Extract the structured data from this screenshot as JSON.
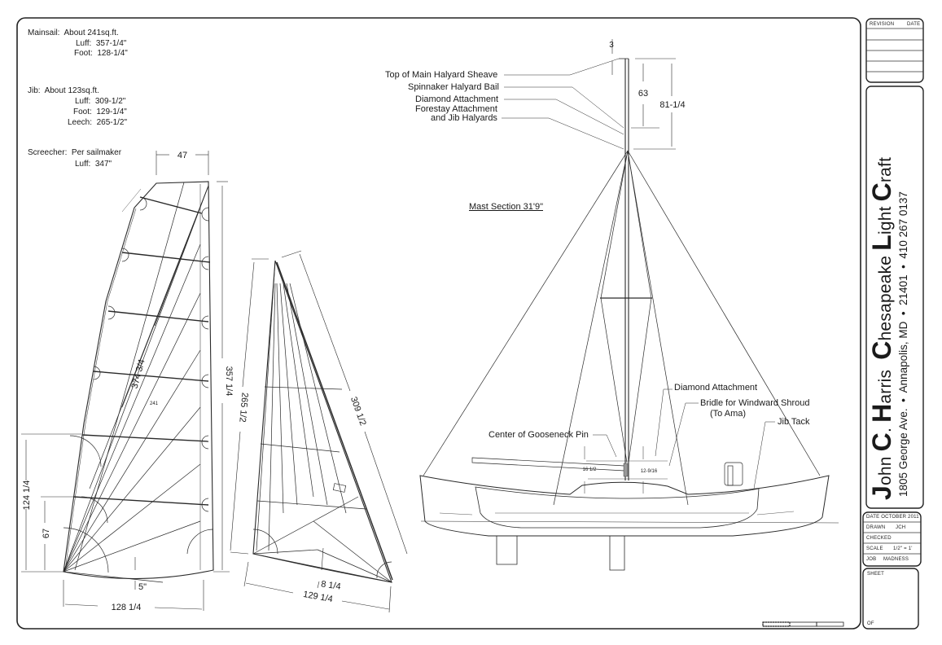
{
  "specs": {
    "mainsail": {
      "title": "Mainsail:  About 241sq.ft.",
      "luff": "Luff:  357-1/4\"",
      "foot": "Foot:  128-1/4\""
    },
    "jib": {
      "title": "Jib:  About 123sq.ft.",
      "luff": "Luff:  309-1/2\"",
      "foot": "Foot:  129-1/4\"",
      "leech": "Leech:  265-1/2\""
    },
    "screecher": {
      "title": "Screecher:  Per sailmaker",
      "luff": "Luff:  347\""
    }
  },
  "mainsail_dims": {
    "head": "47",
    "luff": "357 1/4",
    "leech": "374 3/4",
    "area": "241",
    "foot": "128 1/4",
    "roach": "5\"",
    "reef_high": "124 1/4",
    "reef_low": "67"
  },
  "jib_dims": {
    "leech": "265 1/2",
    "luff": "309 1/2",
    "foot": "129 1/4",
    "foot_round": "8 1/4"
  },
  "mast": {
    "section_label": "Mast Section 31'9\"",
    "dim_top": "3",
    "dim_63": "63",
    "dim_81": "81-1/4",
    "callouts": [
      "Top of Main Halyard Sheave",
      "Spinnaker Halyard Bail",
      "Diamond Attachment",
      "Forestay Attachment",
      "and Jib Halyards"
    ]
  },
  "hull": {
    "callouts": {
      "diamond": "Diamond Attachment",
      "bridle_1": "Bridle for Windward Shroud",
      "bridle_2": "(To Ama)",
      "jib_tack": "Jib Tack",
      "gooseneck": "Center of Gooseneck Pin"
    },
    "dim_left": "16 1/2",
    "dim_right": "12-9/16"
  },
  "title_block": {
    "revision_label": "REVISION",
    "date_col_label": "DATE",
    "designer_first": "John ",
    "designer_mid_initial": "C",
    "designer_mid_rest": ". ",
    "designer_last_initial": "H",
    "designer_last_rest": "arris",
    "company_c": "C",
    "company_hesapeake": "hesapeake ",
    "company_l": "L",
    "company_ight": "ight ",
    "company_c2": "C",
    "company_raft": "raft",
    "address": "1805 George Ave.  •  Annapolis, MD  •  21401  •  410 267 0137",
    "date": "DATE  OCTOBER 2011",
    "drawn": "DRAWN",
    "drawn_val": "JCH",
    "checked": "CHECKED",
    "scale": "SCALE",
    "scale_val": "1/2\" = 1'",
    "job": "JOB",
    "job_val": "MADNESS",
    "sheet": "SHEET",
    "of": "OF"
  }
}
